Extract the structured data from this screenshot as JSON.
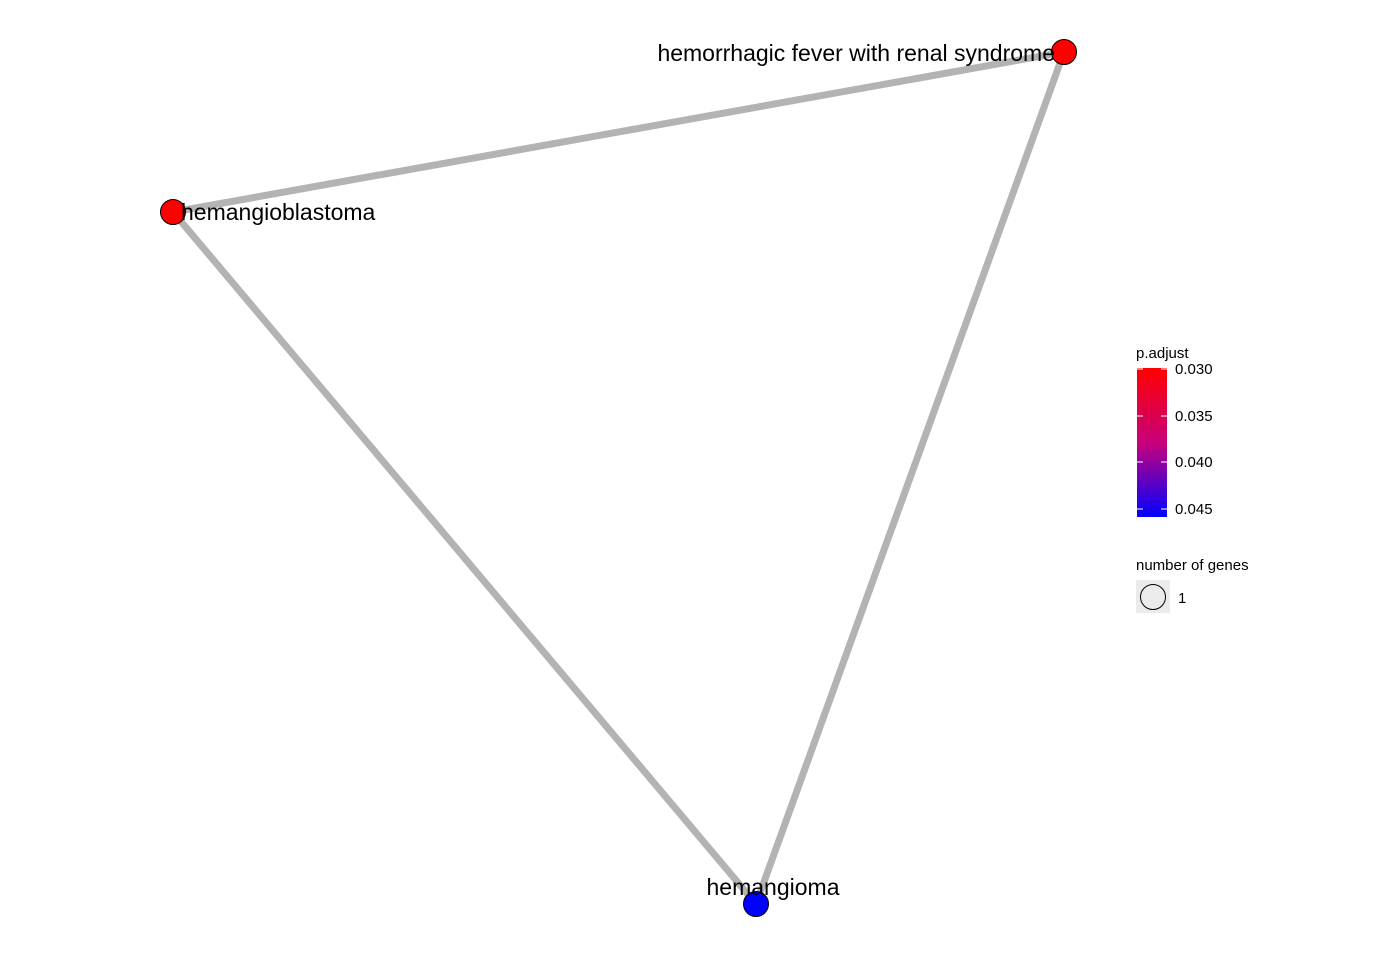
{
  "nodes": [
    {
      "id": "hfrs",
      "label": "hemorrhagic fever with renal syndrome",
      "p_adjust": 0.03,
      "color": "#ff0000",
      "gene_count": 1
    },
    {
      "id": "hemangioblastoma",
      "label": "hemangioblastoma",
      "p_adjust": 0.03,
      "color": "#ff0000",
      "gene_count": 1
    },
    {
      "id": "hemangioma",
      "label": "hemangioma",
      "p_adjust": 0.045,
      "color": "#0000ff",
      "gene_count": 1
    }
  ],
  "edges": [
    {
      "source": "hemangioblastoma",
      "target": "hfrs"
    },
    {
      "source": "hfrs",
      "target": "hemangioma"
    },
    {
      "source": "hemangioblastoma",
      "target": "hemangioma"
    }
  ],
  "edge_color": "#b3b3b3",
  "legend": {
    "color_title": "p.adjust",
    "color_ticks": [
      "0.030",
      "0.035",
      "0.040",
      "0.045"
    ],
    "color_high": "#ff0000",
    "color_low": "#0000ff",
    "size_title": "number of genes",
    "size_values": [
      "1"
    ]
  }
}
